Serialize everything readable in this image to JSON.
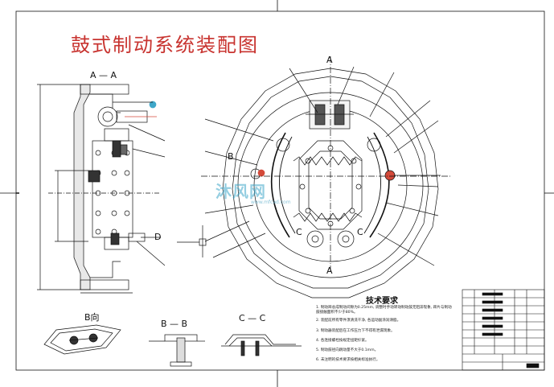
{
  "title": "鼓式制动系统装配图",
  "section_labels": {
    "aa_view": "A — A",
    "cut_a_top": "A",
    "cut_a_bottom": "A",
    "cut_b": "B",
    "cut_c_left": "C",
    "cut_c_right": "C",
    "cut_d": "D",
    "view_b": "B向",
    "view_bb": "B — B",
    "view_cc": "C — C"
  },
  "tech_requirements": {
    "title": "技术要求",
    "notes": [
      "1. 制动蹄总成制动间隙为0.25mm, 调整时手动转动制动鼓无阻滞现象, 蹄片与制动鼓接触面积不少于80%。",
      "2. 装配前所有零件须清洗干净, 各运动副涂润滑脂。",
      "3. 制动器装配后在工作压力下不得有泄漏现象。",
      "4. 各连接螺栓按规定扭矩拧紧。",
      "5. 制动鼓径向跳动量不大于0.1mm。",
      "6. 未注明的技术要求按相关标准执行。"
    ]
  },
  "watermark": {
    "text": "沐风网",
    "url": "www.mfcad.com"
  },
  "colors": {
    "title": "#c8332f",
    "line": "#111111",
    "watermark": "#3fa7c9",
    "highlight": "#d44a3a"
  }
}
